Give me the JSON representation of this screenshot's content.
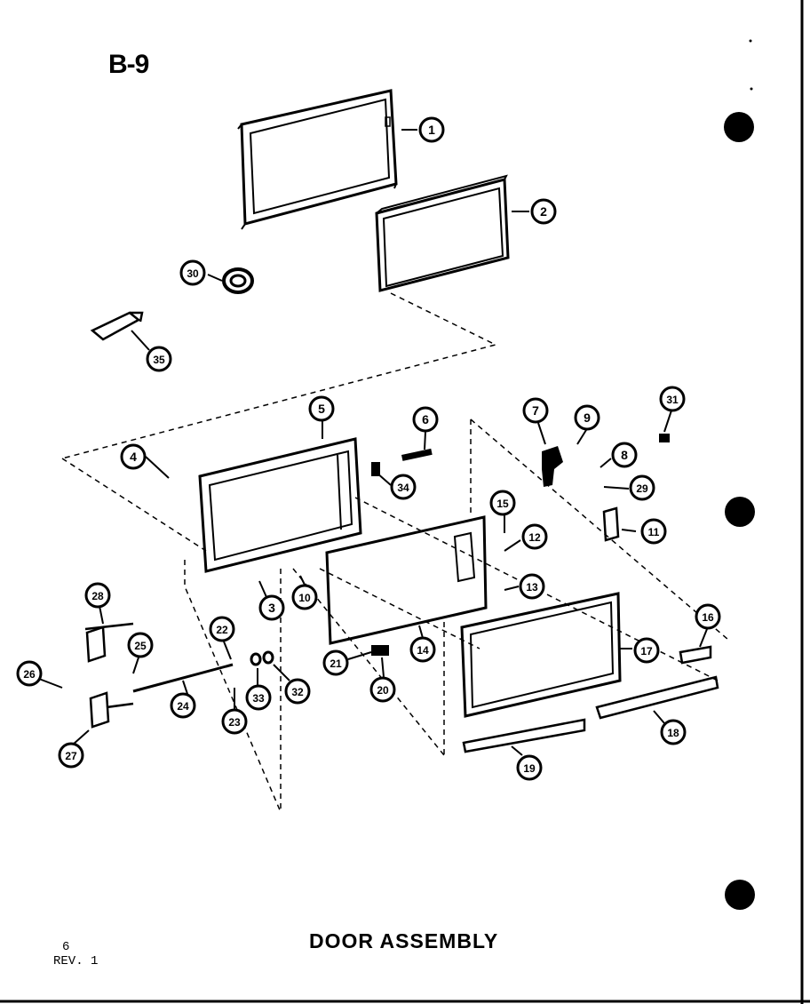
{
  "header": {
    "page_label": "B-9"
  },
  "footer": {
    "title": "DOOR ASSEMBLY",
    "page_number": "6",
    "revision": "REV. 1"
  },
  "callouts": [
    "1",
    "2",
    "3",
    "4",
    "5",
    "6",
    "7",
    "8",
    "9",
    "10",
    "11",
    "12",
    "13",
    "14",
    "15",
    "16",
    "17",
    "18",
    "19",
    "20",
    "21",
    "22",
    "23",
    "24",
    "25",
    "26",
    "27",
    "28",
    "29",
    "30",
    "31",
    "32",
    "33",
    "34",
    "35"
  ],
  "colors": {
    "ink": "#000000",
    "paper": "#ffffff"
  }
}
